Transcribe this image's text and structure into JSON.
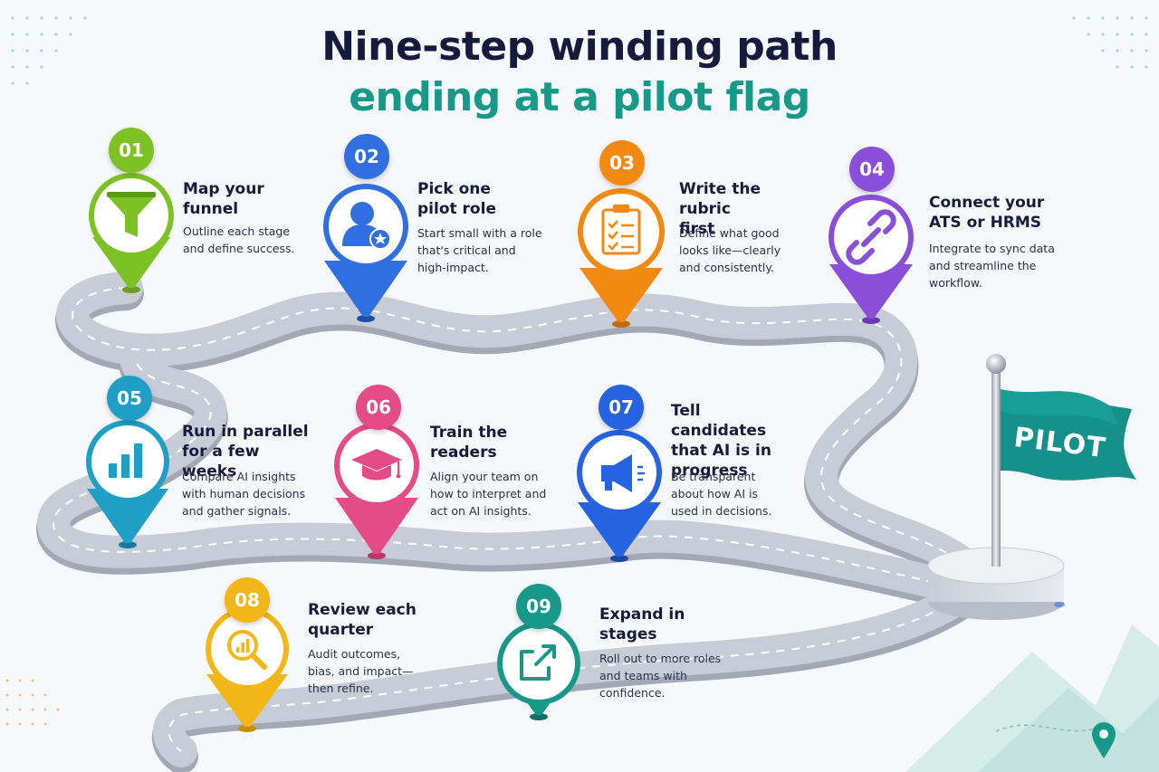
{
  "title": {
    "line1": "Nine-step winding path",
    "line2": "ending at a pilot flag"
  },
  "steps": [
    {
      "num": "01",
      "title": "Map your funnel",
      "desc": "Outline each stage and define success.",
      "color": "#7cc225",
      "icon": "funnel-icon"
    },
    {
      "num": "02",
      "title": "Pick one pilot role",
      "desc": "Start small with a role that's critical and high-impact.",
      "color": "#2f6fe0",
      "icon": "user-star-icon"
    },
    {
      "num": "03",
      "title": "Write the rubric first",
      "desc": "Define what good looks like—clearly and consistently.",
      "color": "#f28a12",
      "icon": "checklist-clipboard-icon"
    },
    {
      "num": "04",
      "title": "Connect your ATS or HRMS",
      "desc": "Integrate to sync data and streamline the workflow.",
      "color": "#8a4fd8",
      "icon": "link-icon"
    },
    {
      "num": "05",
      "title": "Run in parallel for a few weeks",
      "desc": "Compare AI insights with human decisions and gather signals.",
      "color": "#1f9ec6",
      "icon": "bar-chart-icon"
    },
    {
      "num": "06",
      "title": "Train the readers",
      "desc": "Align your team on how to interpret and act on AI insights.",
      "color": "#e54b86",
      "icon": "graduation-cap-icon"
    },
    {
      "num": "07",
      "title": "Tell candidates that AI is in progress",
      "desc": "Be transparent about how AI is used in decisions.",
      "color": "#2563e0",
      "icon": "megaphone-icon"
    },
    {
      "num": "08",
      "title": "Review each quarter",
      "desc": "Audit outcomes, bias, and impact—then refine.",
      "color": "#f2b619",
      "icon": "magnifier-chart-icon"
    },
    {
      "num": "09",
      "title": "Expand in stages",
      "desc": "Roll out to more roles and teams with confidence.",
      "color": "#17998a",
      "icon": "external-arrow-icon"
    }
  ],
  "flag": {
    "label": "PILOT",
    "color": "#15908a"
  }
}
